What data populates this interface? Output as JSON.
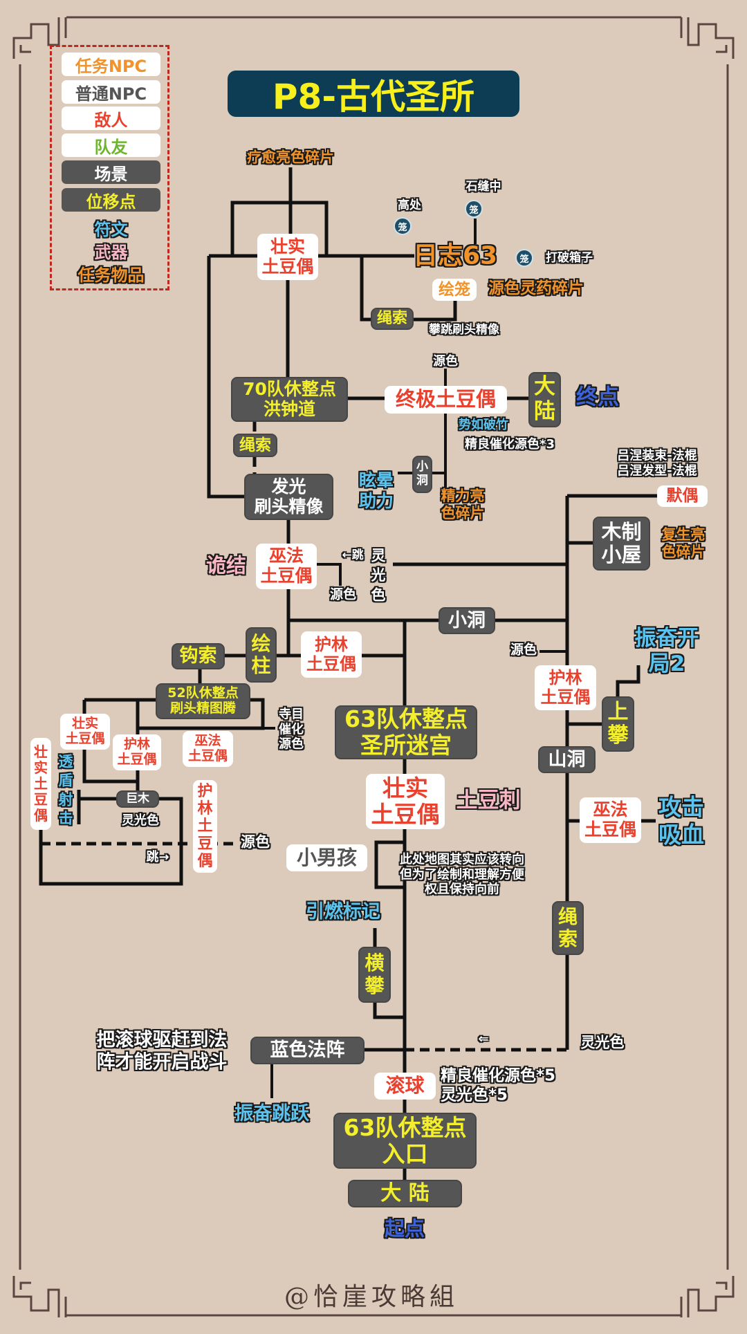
{
  "title": "P8-古代圣所",
  "legend": {
    "items": [
      "任务NPC",
      "普通NPC",
      "敌人",
      "队友",
      "场景",
      "位移点",
      "符文",
      "武器",
      "任务物品"
    ]
  },
  "colors": {
    "background": "#dccbbb",
    "enemy": "#e8412e",
    "position": "#f4ef2c",
    "scene_box": "#555555",
    "rune": "#5cc3ee",
    "weapon": "#f7b8c4",
    "quest_item": "#f0932b",
    "teammate": "#6cb52d",
    "title_bg": "#0d3c55"
  },
  "icons": {
    "cage": "笼"
  },
  "nodes": {
    "zs1": "壮实\n土豆偶",
    "rizhi": "日志63",
    "huilong": "绘笼",
    "shengsuo1": "绳索",
    "b70": "70队休整点\n洪钟道",
    "zhongji": "终极土豆偶",
    "dalu1": "大陆",
    "shengsuo2": "绳索",
    "faguang": "发光\n刷头精像",
    "xiaodong1": "小洞",
    "moou": "默偶",
    "muzhi": "木制\n小屋",
    "wufa1": "巫法\n土豆偶",
    "xiaodong2": "小洞",
    "gousuo": "钩索",
    "huizhu": "绘柱",
    "hulin1": "护林\n土豆偶",
    "hulin2": "护林\n土豆偶",
    "shangpan": "上攀",
    "b52": "52队休整点\n刷头精图腾",
    "b63a": "63队休整点\n圣所迷宫",
    "shandong": "山洞",
    "zs2": "壮实\n土豆偶",
    "hulin3": "护林\n土豆偶",
    "wufa2": "巫法\n土豆偶",
    "zs3": "壮实土豆偶",
    "jumu": "巨木",
    "hulin4": "护林土豆偶",
    "xiaonanhai": "小男孩",
    "zs4": "壮实\n土豆偶",
    "wufa3": "巫法\n土豆偶",
    "shengsuo3": "绳索",
    "hengpan": "横攀",
    "lanse": "蓝色法阵",
    "gunqiu": "滚球",
    "b63b": "63队休整点\n入口",
    "dalu2": "大 陆"
  },
  "labels": {
    "liaoyu": "疗愈亮色碎片",
    "gaochu": "高处",
    "shifeng": "石缝中",
    "dapo": "打破箱子",
    "yuanse_lingyao": "源色灵药碎片",
    "panxiao": "攀跳刷头精像",
    "yuanse1": "源色",
    "zhongdian": "终点",
    "shirupozhu": "势如破竹",
    "jingliang3": "精良催化源色*3",
    "xuanyun": "眩晕\n助力",
    "jingli": "精力亮\n色碎片",
    "lvnie": "吕涅装束-法棍\n吕涅发型-法棍",
    "fusheng": "复生亮\n色碎片",
    "guijie": "诡结",
    "tiao1": "←跳",
    "lingguang1": "灵\n光\n色",
    "yuanse2": "源色",
    "yuanse3": "源色",
    "zhenfen2": "振奋开局2",
    "simu": "寺目\n催化\n源色",
    "toudun": "透\n盾\n射\n击",
    "lingguang2": "灵光色",
    "tiao2": "跳→",
    "yuanse4": "源色",
    "tudouci": "土豆刺",
    "gongji": "攻击\n吸血",
    "note": "此处地图其实应该转向\n但为了绘制和理解方便\n权且保持向前",
    "yinran": "引燃标记",
    "arrow": "⇐",
    "lingguang3": "灵光色",
    "baqiu": "把滚球驱赶到法\n阵才能开启战斗",
    "jingliang5": "精良催化源色*5\n灵光色*5",
    "zhenfen": "振奋跳跃",
    "qidian": "起点"
  },
  "signature": "@恰崖攻略組"
}
